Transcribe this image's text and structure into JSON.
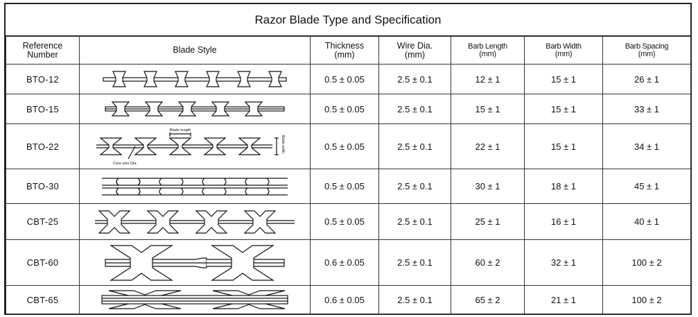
{
  "title": "Razor Blade Type and Specification",
  "headers": {
    "reference": [
      "Reference",
      "Number"
    ],
    "blade_style": "Blade Style",
    "thickness": [
      "Thickness",
      "(mm)"
    ],
    "wire_dia": [
      "Wire Dia.",
      "(mm)"
    ],
    "barb_length": [
      "Barb Length",
      "(mm)"
    ],
    "barb_width": [
      "Barb Width",
      "(mm)"
    ],
    "barb_spacing": [
      "Barb Spacing",
      "(mm)"
    ]
  },
  "annotations": {
    "blade_length": "Blade length",
    "blade_width": "Blade width",
    "core_wire_dia": "Core wire Dia."
  },
  "rows": [
    {
      "ref": "BTO-12",
      "thickness": "0.5 ± 0.05",
      "wire_dia": "2.5 ± 0.1",
      "barb_length": "12 ± 1",
      "barb_width": "15 ± 1",
      "barb_spacing": "26 ± 1"
    },
    {
      "ref": "BTO-15",
      "thickness": "0.5 ± 0.05",
      "wire_dia": "2.5 ± 0.1",
      "barb_length": "15 ± 1",
      "barb_width": "15 ± 1",
      "barb_spacing": "33 ± 1"
    },
    {
      "ref": "BTO-22",
      "thickness": "0.5 ± 0.05",
      "wire_dia": "2.5 ± 0.1",
      "barb_length": "22 ± 1",
      "barb_width": "15 ± 1",
      "barb_spacing": "34 ± 1"
    },
    {
      "ref": "BTO-30",
      "thickness": "0.5 ± 0.05",
      "wire_dia": "2.5 ± 0.1",
      "barb_length": "30 ± 1",
      "barb_width": "18 ± 1",
      "barb_spacing": "45 ± 1"
    },
    {
      "ref": "CBT-25",
      "thickness": "0.5 ± 0.05",
      "wire_dia": "2.5 ± 0.1",
      "barb_length": "25 ± 1",
      "barb_width": "16 ± 1",
      "barb_spacing": "40 ± 1"
    },
    {
      "ref": "CBT-60",
      "thickness": "0.6 ± 0.05",
      "wire_dia": "2.5 ± 0.1",
      "barb_length": "60 ± 2",
      "barb_width": "32 ± 1",
      "barb_spacing": "100 ± 2"
    },
    {
      "ref": "CBT-65",
      "thickness": "0.6 ± 0.05",
      "wire_dia": "2.5 ± 0.1",
      "barb_length": "65 ± 2",
      "barb_width": "21 ± 1",
      "barb_spacing": "100 ± 2"
    }
  ]
}
